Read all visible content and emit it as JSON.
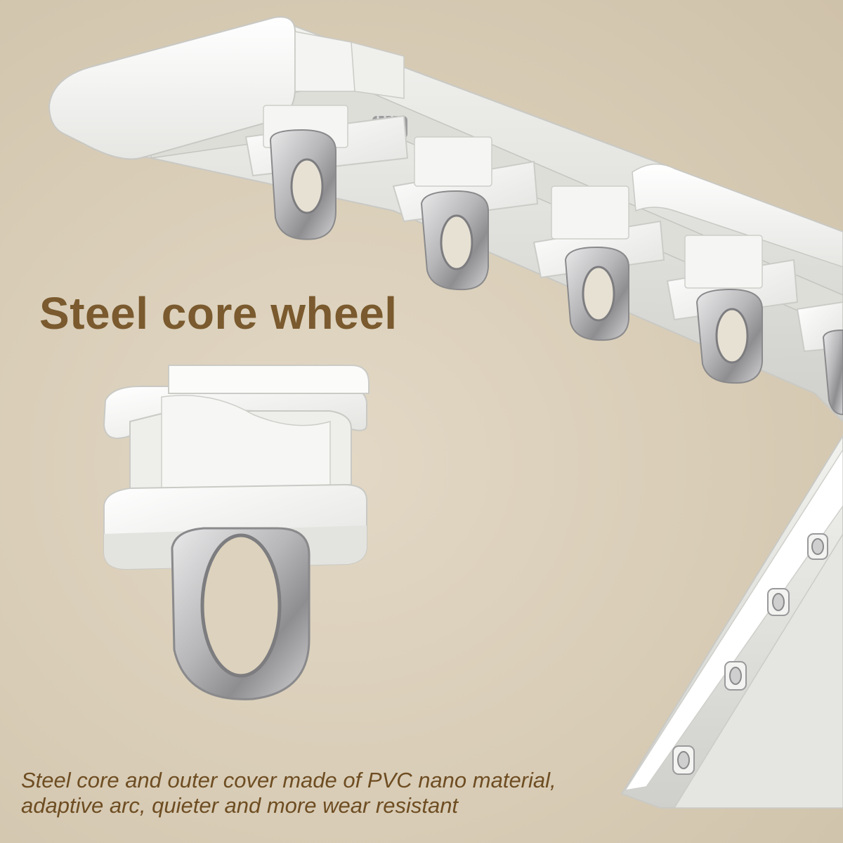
{
  "headline": "Steel core wheel",
  "caption": {
    "line1": "Steel core and outer cover made of PVC nano material,",
    "line2": "adaptive arc, quieter and more wear resistant"
  },
  "colors": {
    "background": "#d9cdb8",
    "headline": "#7a5a2e",
    "caption": "#6e4d22",
    "track": "#f3f3f1",
    "steel_ring": "#a9a9ab"
  },
  "illustration": {
    "top_track": "white-curtain-track-with-sliders",
    "slider_closeup": "single-glider-with-steel-ring",
    "lower_track": "curved-track-section"
  }
}
